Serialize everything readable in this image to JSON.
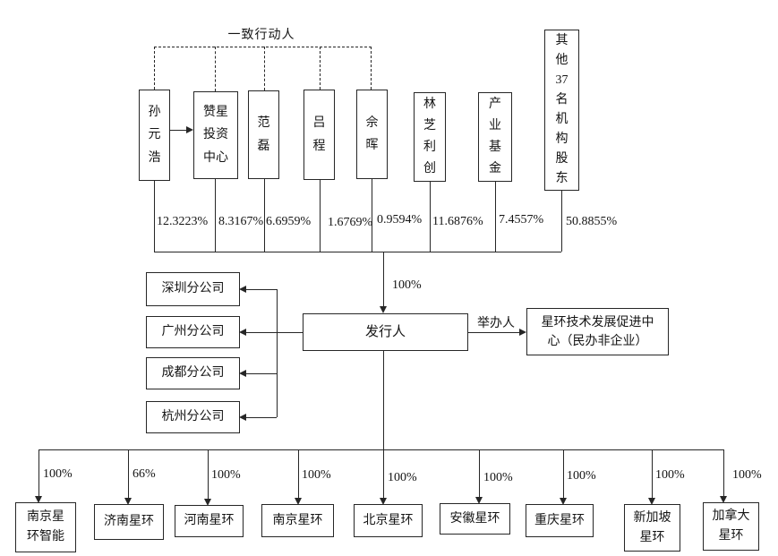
{
  "colors": {
    "line": "#262626",
    "background": "#ffffff",
    "text": "#141414"
  },
  "diagram": {
    "acting_in_concert_label": "一致行动人",
    "shareholders": [
      {
        "name": "孙元浩",
        "ownership": "12.3223%"
      },
      {
        "name": "赞星投资中心",
        "ownership": "8.3167%"
      },
      {
        "name": "范磊",
        "ownership": "6.6959%"
      },
      {
        "name": "吕程",
        "ownership": "1.6769%"
      },
      {
        "name": "佘晖",
        "ownership": "0.9594%"
      },
      {
        "name": "林芝利创",
        "ownership": "11.6876%"
      },
      {
        "name": "产业基金",
        "ownership": "7.4557%"
      },
      {
        "name": "其他37名机构股东",
        "ownership": "50.8855%"
      }
    ],
    "issuer": {
      "name": "发行人",
      "combined_ownership": "100%"
    },
    "branches": [
      {
        "name": "深圳分公司"
      },
      {
        "name": "广州分公司"
      },
      {
        "name": "成都分公司"
      },
      {
        "name": "杭州分公司"
      }
    ],
    "sponsor": {
      "relation_label": "举办人",
      "entity_name": "星环技术发展促进中心（民办非企业）"
    },
    "subsidiaries": [
      {
        "name": "南京星环智能",
        "ownership": "100%"
      },
      {
        "name": "济南星环",
        "ownership": "66%"
      },
      {
        "name": "河南星环",
        "ownership": "100%"
      },
      {
        "name": "南京星环",
        "ownership": "100%"
      },
      {
        "name": "北京星环",
        "ownership": "100%"
      },
      {
        "name": "安徽星环",
        "ownership": "100%"
      },
      {
        "name": "重庆星环",
        "ownership": "100%"
      },
      {
        "name": "新加坡星环",
        "ownership": "100%"
      },
      {
        "name": "加拿大星环",
        "ownership": "100%"
      }
    ]
  }
}
